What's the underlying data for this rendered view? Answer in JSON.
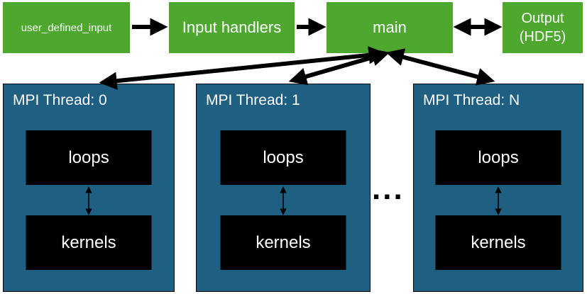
{
  "colors": {
    "green": "#4ea72e",
    "teal": "#1e5f82",
    "box-black": "#000000",
    "text-white": "#ffffff",
    "arrow": "#000000"
  },
  "top_row": {
    "user_defined_input": {
      "label": "user_defined_input"
    },
    "input_handlers": {
      "label": "Input handlers"
    },
    "main": {
      "label": "main"
    },
    "output": {
      "line1": "Output",
      "line2": "(HDF5)"
    }
  },
  "threads": [
    {
      "title": "MPI Thread: 0",
      "loops": "loops",
      "kernels": "kernels"
    },
    {
      "title": "MPI Thread: 1",
      "loops": "loops",
      "kernels": "kernels"
    },
    {
      "title": "MPI Thread: N",
      "loops": "loops",
      "kernels": "kernels"
    }
  ],
  "ellipsis": "..."
}
